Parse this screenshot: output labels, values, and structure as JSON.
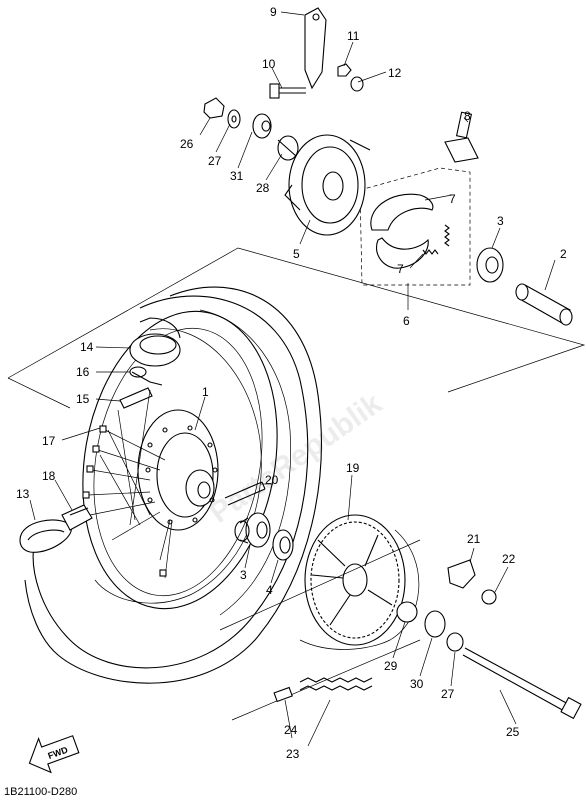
{
  "diagram": {
    "code": "1B21100-D280",
    "fwd_label": "FWD",
    "watermark": "PartsRepublik",
    "callouts": {
      "n1": "1",
      "n2": "2",
      "n3a": "3",
      "n3b": "3",
      "n4": "4",
      "n5": "5",
      "n6": "6",
      "n7a": "7",
      "n7b": "7",
      "n8": "8",
      "n9": "9",
      "n10": "10",
      "n11": "11",
      "n12": "12",
      "n13": "13",
      "n14": "14",
      "n15": "15",
      "n16": "16",
      "n17": "17",
      "n18": "18",
      "n19": "19",
      "n20": "20",
      "n21": "21",
      "n22": "22",
      "n23": "23",
      "n24": "24",
      "n25": "25",
      "n26": "26",
      "n27a": "27",
      "n27b": "27",
      "n28": "28",
      "n29": "29",
      "n30": "30",
      "n31": "31"
    }
  }
}
